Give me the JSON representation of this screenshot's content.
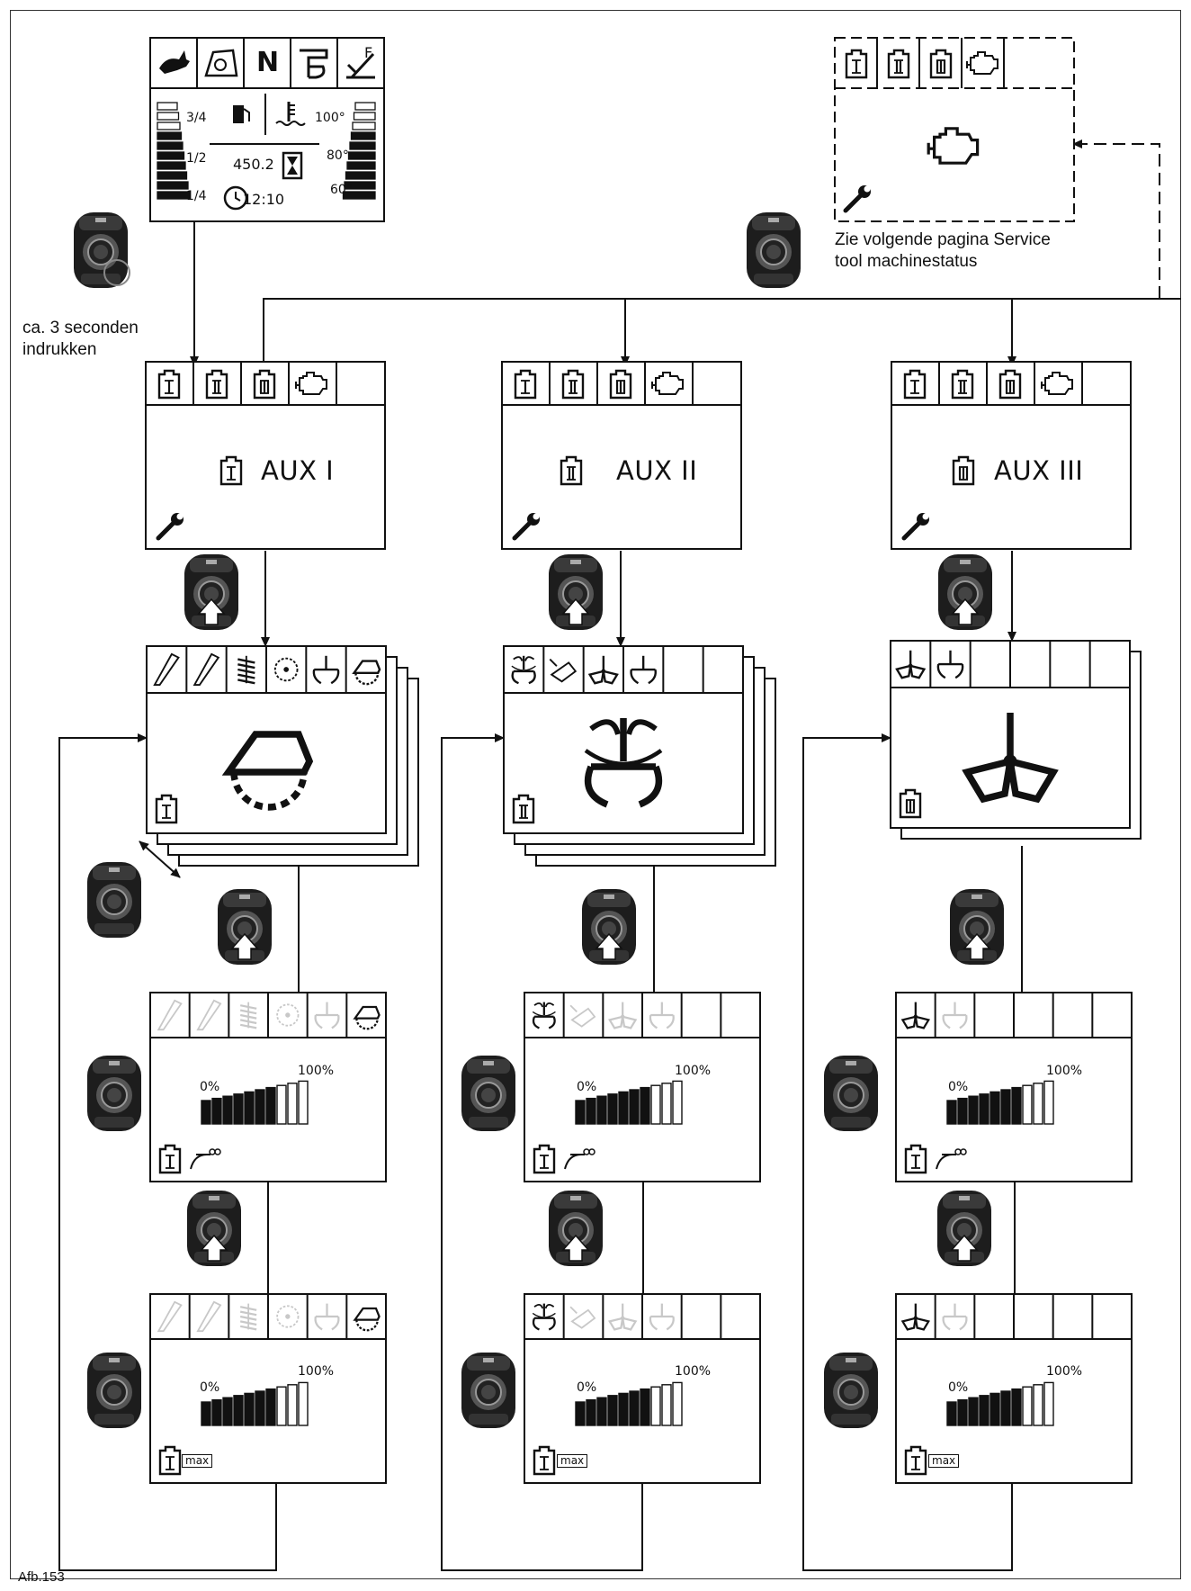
{
  "figure": {
    "caption": "Afb.153",
    "note_press": [
      "ca. 3 seconden",
      "indrukken"
    ],
    "note_service": [
      "Zie volgende pagina Service",
      "tool machinestatus"
    ]
  },
  "dashboard": {
    "top_icons": [
      "rabbit-icon",
      "tilt-icon",
      "N",
      "boom-icon",
      "F-pedal-icon"
    ],
    "fuel_marks": [
      "3/4",
      "1/2",
      "1/4"
    ],
    "temp_marks": [
      "100°",
      "80°",
      "60°"
    ],
    "hours": "450.2",
    "time": "12:10"
  },
  "aux_menus": [
    {
      "label": "AUX I",
      "icon": "aux-1-icon",
      "tabs": [
        "aux-1-icon",
        "aux-2-icon",
        "aux-3-icon",
        "engine-icon",
        ""
      ]
    },
    {
      "label": "AUX II",
      "icon": "aux-2-icon",
      "tabs": [
        "aux-1-icon",
        "aux-2-icon",
        "aux-3-icon",
        "engine-icon",
        ""
      ]
    },
    {
      "label": "AUX III",
      "icon": "aux-3-icon",
      "tabs": [
        "aux-1-icon",
        "aux-2-icon",
        "aux-3-icon",
        "engine-icon",
        ""
      ]
    }
  ],
  "service_screen": {
    "tabs": [
      "aux-1-icon",
      "aux-2-icon",
      "aux-3-icon",
      "engine-icon",
      ""
    ],
    "main_icon": "engine-icon",
    "footer_icon": "wrench-icon"
  },
  "tool_screens": [
    {
      "tabs": [
        "breaker-1-icon",
        "breaker-2-icon",
        "drill-icon",
        "saw-icon",
        "grab-icon",
        "cutter-icon"
      ],
      "selected": "cutter-icon",
      "footer": "aux-1-icon"
    },
    {
      "tabs": [
        "rotate-grab-icon",
        "tilt-bucket-icon",
        "grapple-icon",
        "grab-icon",
        "",
        ""
      ],
      "selected": "rotate-grab-icon",
      "footer": "aux-2-icon"
    },
    {
      "tabs": [
        "grapple-icon",
        "grab-icon",
        "",
        "",
        "",
        ""
      ],
      "selected": "grapple-icon",
      "footer": "aux-3-icon"
    }
  ],
  "flow_screens": {
    "pct_min": "0%",
    "pct_max": "100%",
    "max_label": "max",
    "flow_level": 0.7
  }
}
